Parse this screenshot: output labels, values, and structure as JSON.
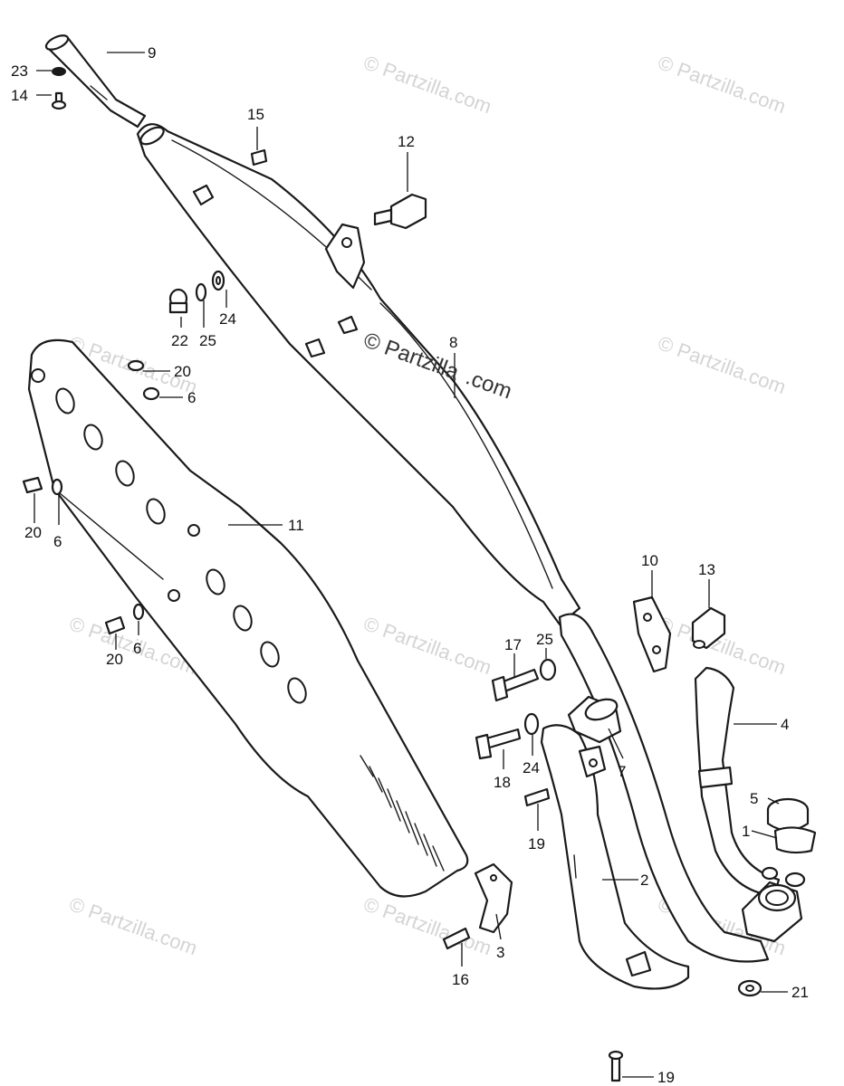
{
  "watermark": "© Partzilla.com",
  "watermark_center_a": "© Partzilla",
  "watermark_center_b": ".com",
  "callouts": [
    {
      "id": "c9",
      "label": "9"
    },
    {
      "id": "c23",
      "label": "23"
    },
    {
      "id": "c14",
      "label": "14"
    },
    {
      "id": "c15",
      "label": "15"
    },
    {
      "id": "c12",
      "label": "12"
    },
    {
      "id": "c22",
      "label": "22"
    },
    {
      "id": "c25a",
      "label": "25"
    },
    {
      "id": "c24a",
      "label": "24"
    },
    {
      "id": "c20a",
      "label": "20"
    },
    {
      "id": "c6a",
      "label": "6"
    },
    {
      "id": "c8",
      "label": "8"
    },
    {
      "id": "c20b",
      "label": "20"
    },
    {
      "id": "c6b",
      "label": "6"
    },
    {
      "id": "c11",
      "label": "11"
    },
    {
      "id": "c20c",
      "label": "20"
    },
    {
      "id": "c6c",
      "label": "6"
    },
    {
      "id": "c10",
      "label": "10"
    },
    {
      "id": "c13",
      "label": "13"
    },
    {
      "id": "c17",
      "label": "17"
    },
    {
      "id": "c25b",
      "label": "25"
    },
    {
      "id": "c4",
      "label": "4"
    },
    {
      "id": "c18",
      "label": "18"
    },
    {
      "id": "c24b",
      "label": "24"
    },
    {
      "id": "c7",
      "label": "7"
    },
    {
      "id": "c5",
      "label": "5"
    },
    {
      "id": "c1",
      "label": "1"
    },
    {
      "id": "c19a",
      "label": "19"
    },
    {
      "id": "c2",
      "label": "2"
    },
    {
      "id": "c3",
      "label": "3"
    },
    {
      "id": "c16",
      "label": "16"
    },
    {
      "id": "c21",
      "label": "21"
    },
    {
      "id": "c19b",
      "label": "19"
    }
  ]
}
